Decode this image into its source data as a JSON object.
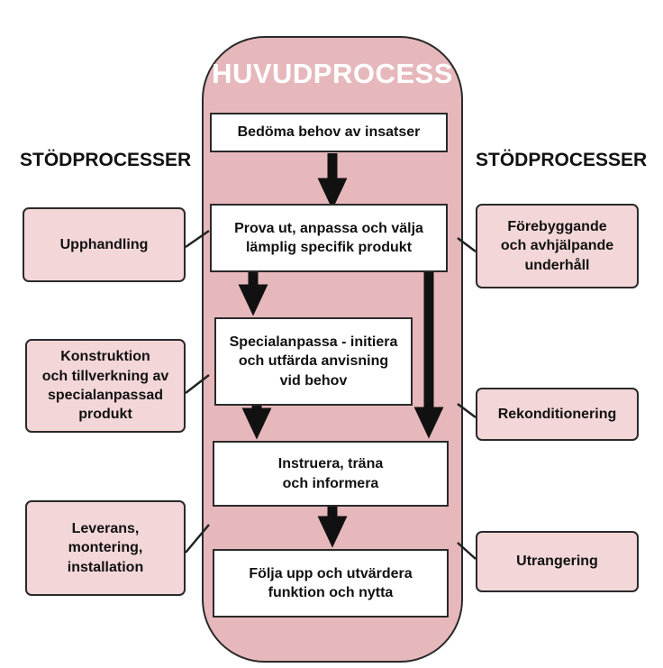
{
  "main": {
    "title": "HUVUDPROCESS",
    "steps": [
      {
        "lines": [
          "Bedöma behov av insatser"
        ]
      },
      {
        "lines": [
          "Prova ut, anpassa och välja",
          "lämplig specifik produkt"
        ]
      },
      {
        "lines": [
          "Specialanpassa - initiera",
          "och utfärda anvisning",
          "vid behov"
        ]
      },
      {
        "lines": [
          "Instruera, träna",
          "och informera"
        ]
      },
      {
        "lines": [
          "Följa upp och utvärdera",
          "funktion och nytta"
        ]
      }
    ]
  },
  "left": {
    "title": "STÖDPROCESSER",
    "items": [
      {
        "lines": [
          "Upphandling"
        ]
      },
      {
        "lines": [
          "Konstruktion",
          "och tillverkning av",
          "specialanpassad",
          "produkt"
        ]
      },
      {
        "lines": [
          "Leverans,",
          "montering,",
          "installation"
        ]
      }
    ]
  },
  "right": {
    "title": "STÖDPROCESSER",
    "items": [
      {
        "lines": [
          "Förebyggande",
          "och avhjälpande",
          "underhåll"
        ]
      },
      {
        "lines": [
          "Rekonditionering"
        ]
      },
      {
        "lines": [
          "Utrangering"
        ]
      }
    ]
  },
  "colors": {
    "main_process_fill": "#e6b8bc",
    "support_box_fill": "#f3d6d8",
    "title_text": "#ffffff",
    "outline": "#2a2a2a",
    "arrow": "#111111"
  }
}
